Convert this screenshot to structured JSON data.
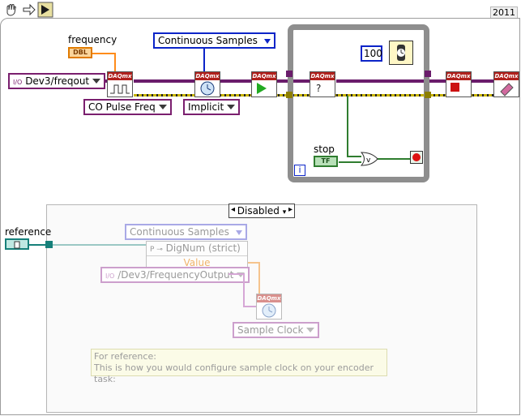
{
  "toolbar": {
    "tools": [
      {
        "icon": "hand-icon"
      },
      {
        "icon": "arrow-icon"
      },
      {
        "icon": "play-icon"
      }
    ],
    "version": "2011"
  },
  "loop_constants": {
    "frequency_label": "frequency",
    "frequency_type": "DBL",
    "samples_mode": "Continuous Samples",
    "channel": "Dev3/freqout",
    "co_type": "CO Pulse Freq",
    "timing_type": "Implicit",
    "loop_time": "100",
    "stop_label": "stop",
    "stop_value": "TF",
    "iteration": "i"
  },
  "vis": [
    {
      "header": "DAQmx"
    },
    {
      "header": "DAQmx"
    },
    {
      "header": "DAQmx"
    },
    {
      "header": "DAQmx"
    },
    {
      "header": "DAQmx"
    },
    {
      "header": "DAQmx"
    }
  ],
  "disabled_structure": {
    "selector": "Disabled",
    "reference_label": "reference",
    "samples_mode": "Continuous Samples",
    "property_class": "DigNum (strict)",
    "property_value": "Value",
    "channel": "/Dev3/FrequencyOutput",
    "timing_vi_header": "DAQmx",
    "sample_clock": "Sample Clock",
    "note_line1": "For reference:",
    "note_line2": "This is how you would configure sample clock on your encoder task:"
  },
  "colors": {
    "wire_task": "#6a1c6b",
    "wire_numeric": "#ff8c1a",
    "wire_boolean": "#2f7d2f",
    "wire_error": "#c8b400",
    "loop_border": "#8e8e8e",
    "vi_header": "#b0201c"
  }
}
